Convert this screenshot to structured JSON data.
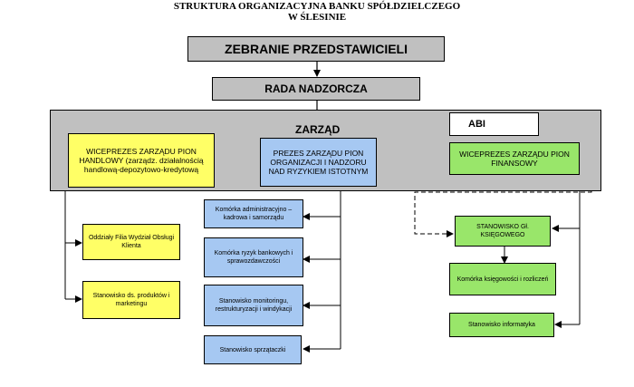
{
  "title": {
    "line1": "STRUKTURA ORGANIZACYJNA BANKU SPÓŁDZIELCZEGO",
    "line2": "W ŚLESINIE"
  },
  "boxes": {
    "zebranie": "ZEBRANIE PRZEDSTAWICIELI",
    "rada": "RADA NADZORCZA",
    "zarzad_label": "ZARZĄD",
    "abi": "ABI",
    "wiceprezes_handlowy": "WICEPREZES ZARZĄDU PION HANDLOWY (zarządz. działalnością handlową-depozytowo-kredytową",
    "prezes": "PREZES ZARZĄDU PION ORGANIZACJI I NADZORU NAD RYZYKIEM ISTOTNYM",
    "wiceprezes_finansowy": "WICEPREZES ZARZĄDU PION FINANSOWY",
    "oddzialy": "Oddziały Filia Wydział Obsługi Klienta",
    "stanowisko_produktow": "Stanowisko ds. produktów i marketingu",
    "komorka_admin": "Komórka administracyjno – kadrowa i samorządu",
    "komorka_ryzyk": "Komórka ryzyk bankowych i sprawozdawczości",
    "stanowisko_monitoringu": "Stanowisko monitoringu, restrukturyzacji i windykacji",
    "stanowisko_sprzatacz": "Stanowisko sprzątaczki",
    "stanowisko_ksiegowego": "STANOWISKO Gł. KSIĘGOWEGO",
    "komorka_ksiegowosci": "Komórka księgowości i rozliczeń",
    "stanowisko_informatyka": "Stanowisko informatyka"
  },
  "colors": {
    "grey": "#c0c0c0",
    "yellow": "#ffff66",
    "blue": "#a6c8f2",
    "green": "#99e66a"
  }
}
